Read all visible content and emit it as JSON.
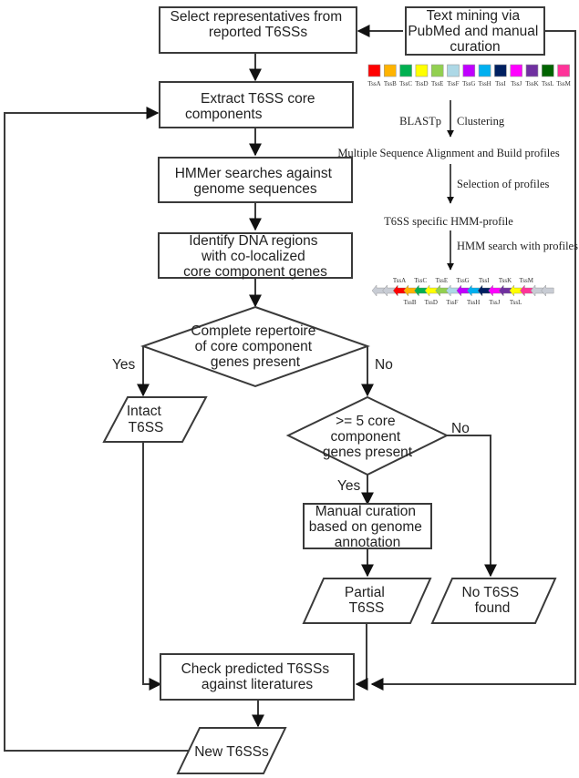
{
  "nodes": {
    "select": {
      "type": "process",
      "lines": [
        "Select representatives from",
        "reported T6SSs"
      ]
    },
    "textmining": {
      "type": "process",
      "lines": [
        "Text mining via",
        "PubMed and manual",
        "curation"
      ]
    },
    "extract": {
      "type": "process",
      "lines": [
        "Extract T6SS core",
        "components"
      ]
    },
    "hmmer": {
      "type": "process",
      "lines": [
        "HMMer searches against",
        "genome sequences"
      ]
    },
    "identify": {
      "type": "process",
      "lines": [
        "Identify DNA regions",
        "with co-localized",
        "core component genes"
      ]
    },
    "complete": {
      "type": "decision",
      "lines": [
        "Complete repertoire",
        "of core component",
        "genes present"
      ]
    },
    "intact": {
      "type": "io",
      "lines": [
        "Intact",
        "T6SS"
      ]
    },
    "five": {
      "type": "decision",
      "lines": [
        ">= 5 core",
        "component",
        "genes present"
      ]
    },
    "manual": {
      "type": "process",
      "lines": [
        "Manual curation",
        "based on genome",
        "annotation"
      ]
    },
    "partial": {
      "type": "io",
      "lines": [
        "Partial",
        "T6SS"
      ]
    },
    "none": {
      "type": "io",
      "lines": [
        "No T6SS",
        "found"
      ]
    },
    "check": {
      "type": "process",
      "lines": [
        "Check predicted T6SSs",
        "against literatures"
      ]
    },
    "newt6ss": {
      "type": "io",
      "lines": [
        "New T6SSs"
      ]
    }
  },
  "edge_labels": {
    "complete_yes": "Yes",
    "complete_no": "No",
    "five_yes": "Yes",
    "five_no": "No"
  },
  "inset": {
    "legend": [
      {
        "name": "TssA",
        "color": "#ff0000"
      },
      {
        "name": "TssB",
        "color": "#ffb300"
      },
      {
        "name": "TssC",
        "color": "#00b050"
      },
      {
        "name": "TssD",
        "color": "#ffff00"
      },
      {
        "name": "TssE",
        "color": "#92d050"
      },
      {
        "name": "TssF",
        "color": "#add8e6"
      },
      {
        "name": "TssG",
        "color": "#c000ff"
      },
      {
        "name": "TssH",
        "color": "#00b0f0"
      },
      {
        "name": "TssI",
        "color": "#002060"
      },
      {
        "name": "TssJ",
        "color": "#ff00ff"
      },
      {
        "name": "TssK",
        "color": "#7030a0"
      },
      {
        "name": "TssL",
        "color": "#006400"
      },
      {
        "name": "TssM",
        "color": "#ff3399"
      }
    ],
    "pipeline": {
      "step1_left": "BLASTp",
      "step1_right": "Clustering",
      "stage1": "Multiple Sequence Alignment and Build profiles",
      "step2": "Selection of profiles",
      "stage2": "T6SS specific HMM-profile",
      "step3": "HMM search with profiles"
    },
    "gene_cluster": {
      "flank_color": "#c8ccd4",
      "genes": [
        {
          "name": "TssA",
          "color": "#ff0000",
          "label_pos": "top"
        },
        {
          "name": "TssB",
          "color": "#ffb300",
          "label_pos": "bottom"
        },
        {
          "name": "TssC",
          "color": "#00b050",
          "label_pos": "top"
        },
        {
          "name": "TssD",
          "color": "#ffff00",
          "label_pos": "bottom"
        },
        {
          "name": "TssE",
          "color": "#92d050",
          "label_pos": "top"
        },
        {
          "name": "TssF",
          "color": "#add8e6",
          "label_pos": "bottom"
        },
        {
          "name": "TssG",
          "color": "#c000ff",
          "label_pos": "top"
        },
        {
          "name": "TssH",
          "color": "#00b0f0",
          "label_pos": "bottom"
        },
        {
          "name": "TssI",
          "color": "#002060",
          "label_pos": "top"
        },
        {
          "name": "TssJ",
          "color": "#ff00ff",
          "label_pos": "bottom"
        },
        {
          "name": "TssK",
          "color": "#7030a0",
          "label_pos": "top"
        },
        {
          "name": "TssL",
          "color": "#ffff00",
          "label_pos": "bottom"
        },
        {
          "name": "TssM",
          "color": "#ff3399",
          "label_pos": "top"
        }
      ]
    }
  }
}
